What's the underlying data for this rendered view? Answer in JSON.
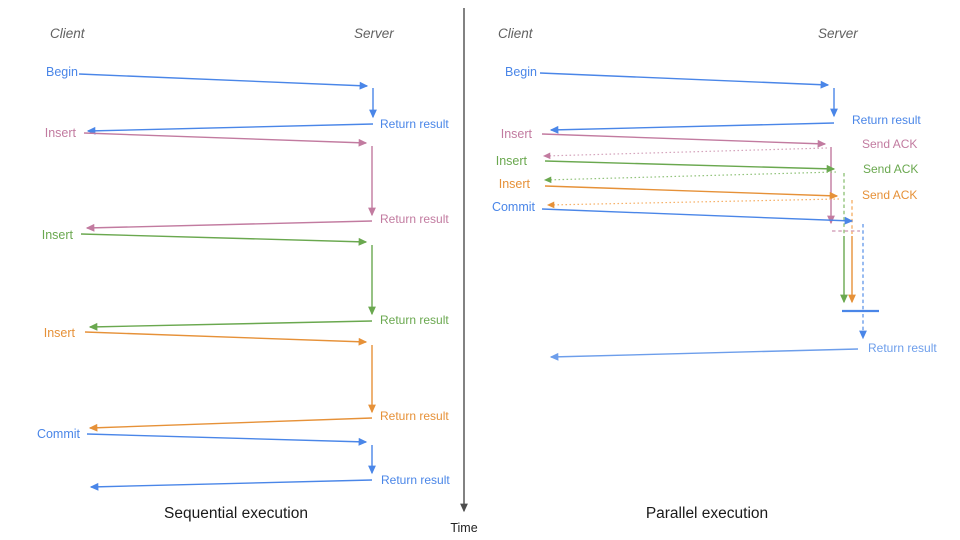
{
  "colors": {
    "blue": "#4a86e8",
    "light_blue": "#6d9eeb",
    "pink": "#c27ba0",
    "pink_light": "#d5a6bd",
    "green": "#6aa84f",
    "green_light": "#93c47d",
    "orange": "#e69138",
    "orange_light": "#f6b26b",
    "axis": "#4d4d4d"
  },
  "time_axis": {
    "label": "Time"
  },
  "panels": [
    {
      "title": "Sequential execution",
      "client_label": "Client",
      "server_label": "Server",
      "operations": [
        {
          "label": "Begin",
          "color": "#4a86e8",
          "response": "Return result"
        },
        {
          "label": "Insert",
          "color": "#c27ba0",
          "response": "Return result"
        },
        {
          "label": "Insert",
          "color": "#6aa84f",
          "response": "Return result"
        },
        {
          "label": "Insert",
          "color": "#e69138",
          "response": "Return result"
        },
        {
          "label": "Commit",
          "color": "#4a86e8",
          "response": "Return result"
        }
      ]
    },
    {
      "title": "Parallel execution",
      "client_label": "Client",
      "server_label": "Server",
      "operations": [
        {
          "label": "Begin",
          "color": "#4a86e8",
          "response": "Return result"
        },
        {
          "label": "Insert",
          "color": "#c27ba0",
          "response": "Send ACK"
        },
        {
          "label": "Insert",
          "color": "#6aa84f",
          "response": "Send ACK"
        },
        {
          "label": "Insert",
          "color": "#e69138",
          "response": "Send ACK"
        },
        {
          "label": "Commit",
          "color": "#4a86e8",
          "response": "Return result"
        }
      ]
    }
  ]
}
